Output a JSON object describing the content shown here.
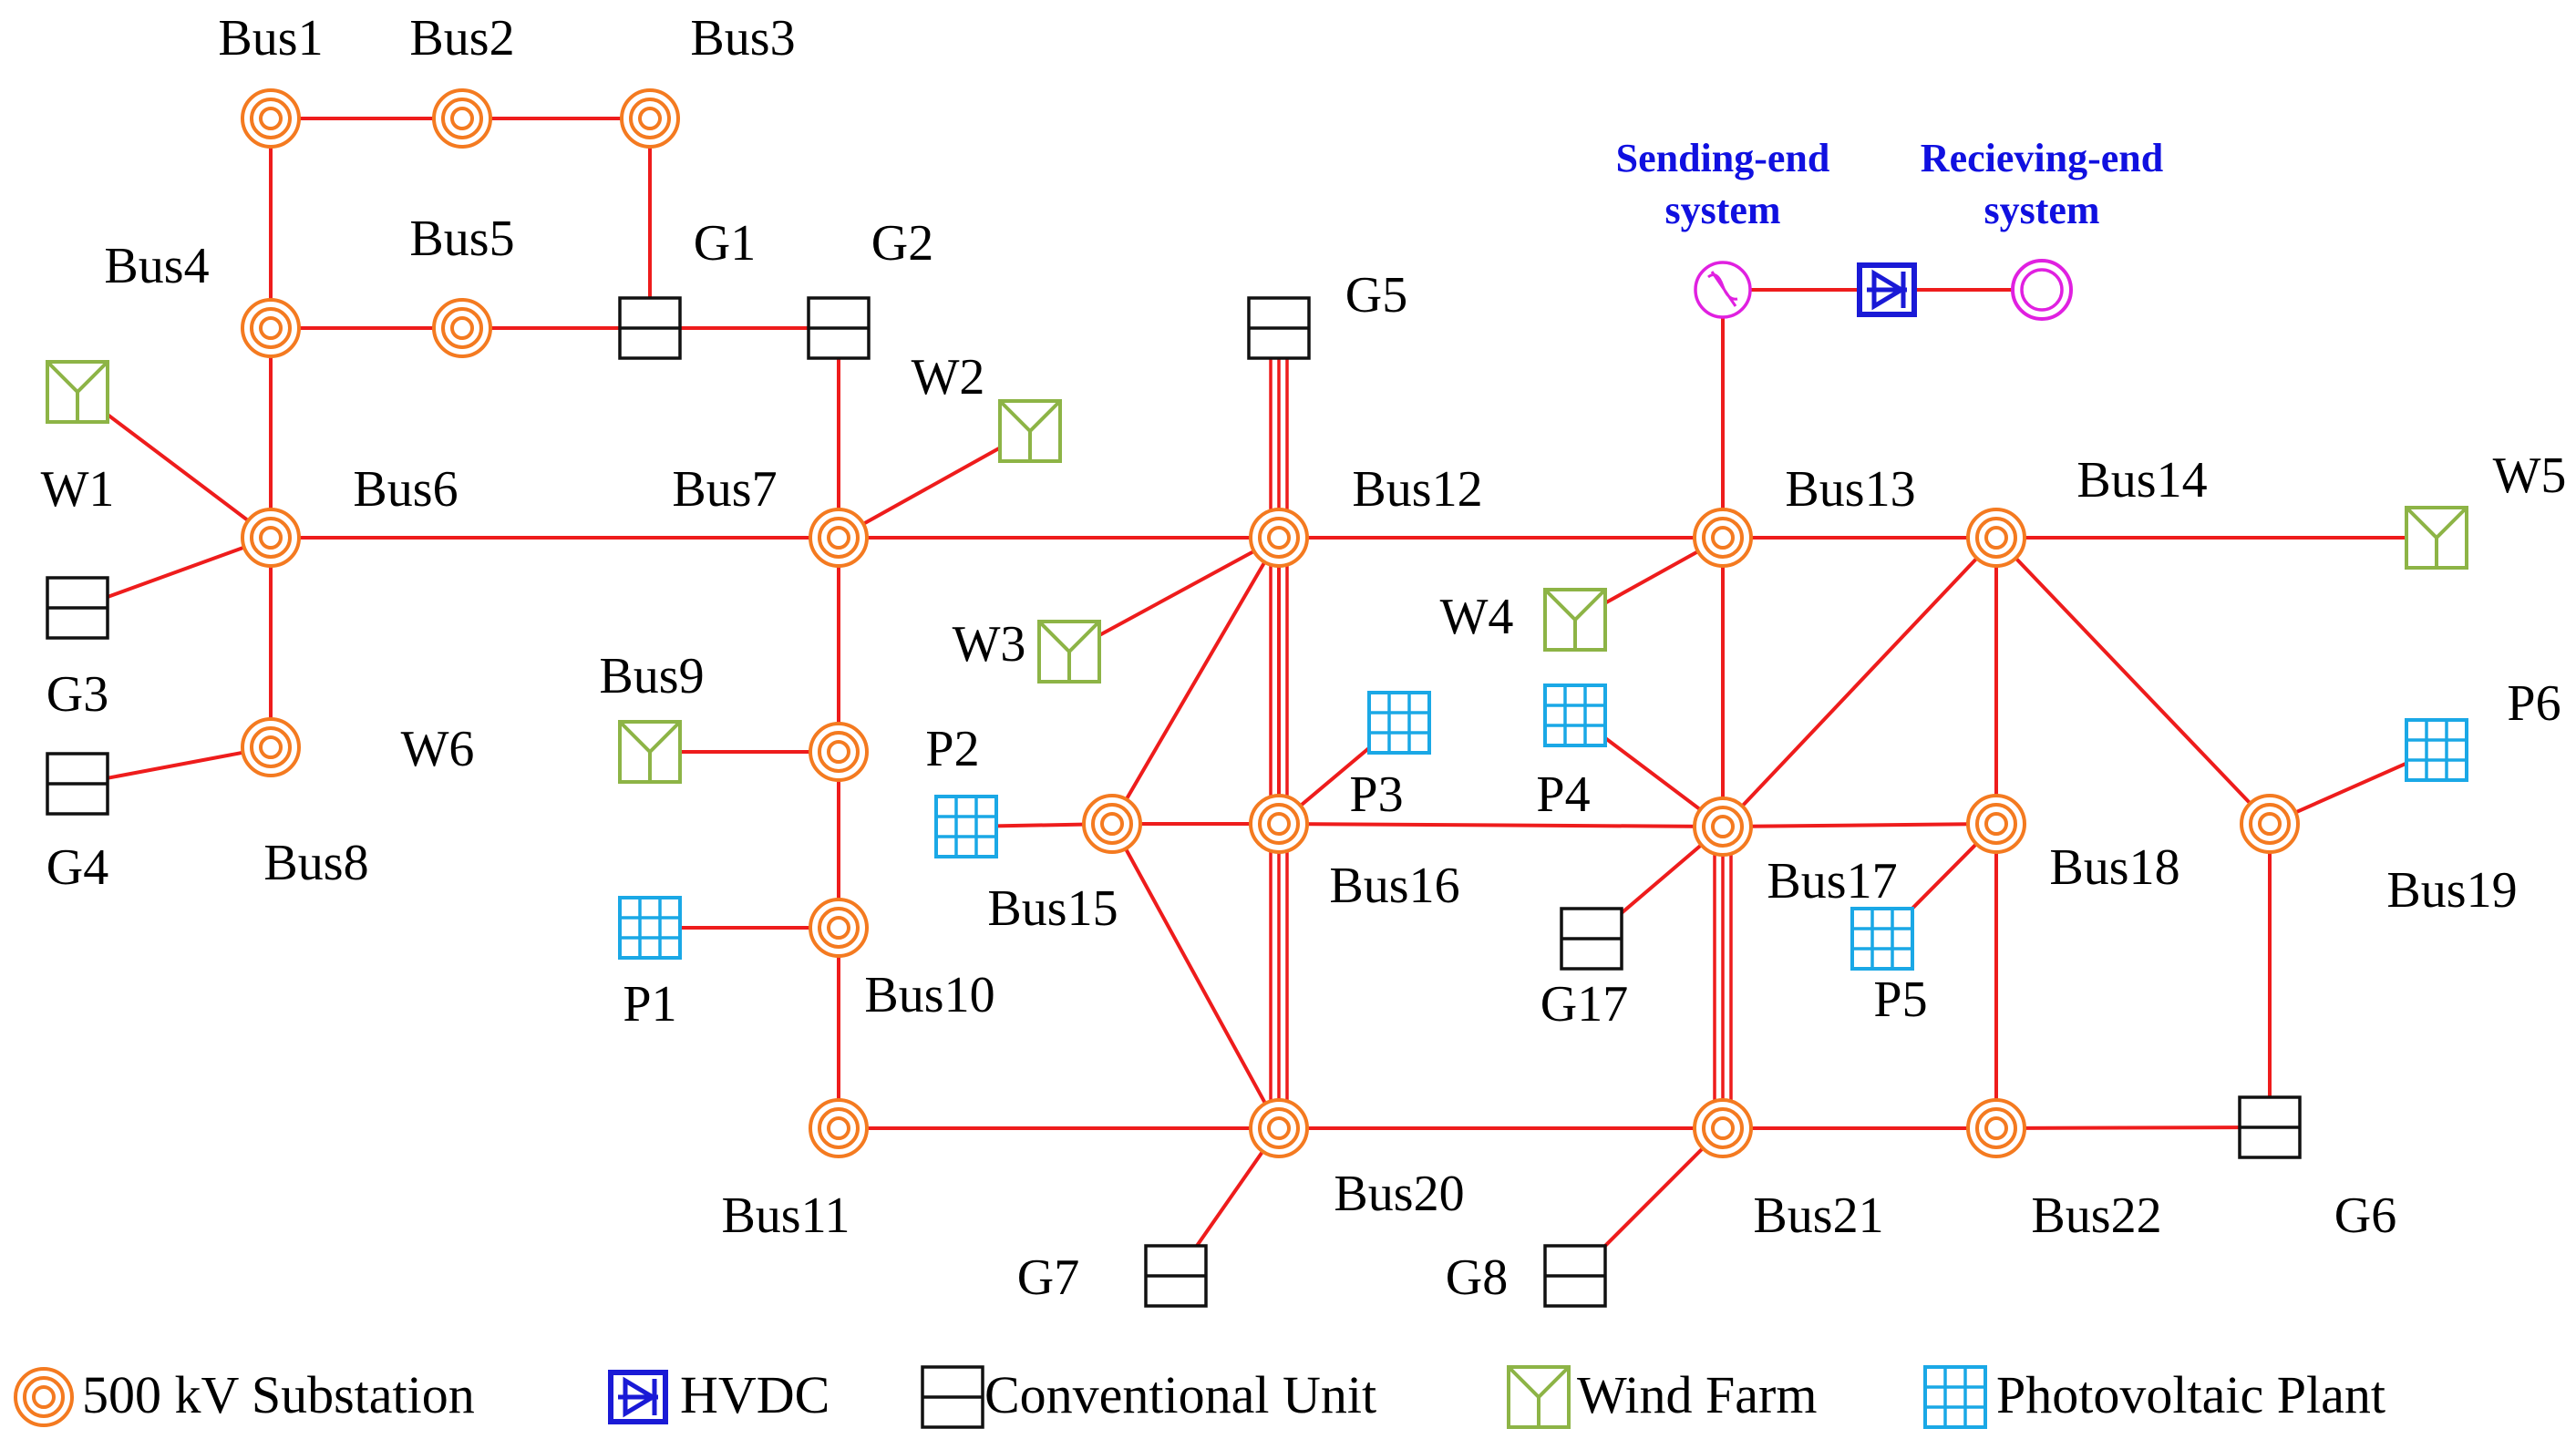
{
  "colors": {
    "line": "#ee1c1c",
    "substation": "#f47a20",
    "conventional": "#111111",
    "wind": "#8db446",
    "pv": "#1aa8e6",
    "hvdc": "#1a1ad6",
    "sending": "#e020e0",
    "labels_blue": "#1010e0"
  },
  "buses": [
    {
      "id": "bus1",
      "label": "Bus1"
    },
    {
      "id": "bus2",
      "label": "Bus2"
    },
    {
      "id": "bus3",
      "label": "Bus3"
    },
    {
      "id": "bus4",
      "label": "Bus4"
    },
    {
      "id": "bus5",
      "label": "Bus5"
    },
    {
      "id": "bus6",
      "label": "Bus6"
    },
    {
      "id": "bus7",
      "label": "Bus7"
    },
    {
      "id": "bus8",
      "label": "Bus8"
    },
    {
      "id": "bus9",
      "label": "Bus9"
    },
    {
      "id": "bus10",
      "label": "Bus10"
    },
    {
      "id": "bus11",
      "label": "Bus11"
    },
    {
      "id": "bus12",
      "label": "Bus12"
    },
    {
      "id": "bus13",
      "label": "Bus13"
    },
    {
      "id": "bus14",
      "label": "Bus14"
    },
    {
      "id": "bus15",
      "label": "Bus15"
    },
    {
      "id": "bus16",
      "label": "Bus16"
    },
    {
      "id": "bus17",
      "label": "Bus17"
    },
    {
      "id": "bus18",
      "label": "Bus18"
    },
    {
      "id": "bus19",
      "label": "Bus19"
    },
    {
      "id": "bus20",
      "label": "Bus20"
    },
    {
      "id": "bus21",
      "label": "Bus21"
    },
    {
      "id": "bus22",
      "label": "Bus22"
    }
  ],
  "conventional_units": [
    {
      "id": "g1",
      "label": "G1"
    },
    {
      "id": "g2",
      "label": "G2"
    },
    {
      "id": "g3",
      "label": "G3"
    },
    {
      "id": "g4",
      "label": "G4"
    },
    {
      "id": "g5",
      "label": "G5"
    },
    {
      "id": "g6",
      "label": "G6"
    },
    {
      "id": "g7",
      "label": "G7"
    },
    {
      "id": "g8",
      "label": "G8"
    },
    {
      "id": "g17",
      "label": "G17"
    }
  ],
  "wind_farms": [
    {
      "id": "w1",
      "label": "W1"
    },
    {
      "id": "w2",
      "label": "W2"
    },
    {
      "id": "w3",
      "label": "W3"
    },
    {
      "id": "w4",
      "label": "W4"
    },
    {
      "id": "w5",
      "label": "W5"
    },
    {
      "id": "w6",
      "label": "W6"
    }
  ],
  "pv_plants": [
    {
      "id": "p1",
      "label": "P1"
    },
    {
      "id": "p2",
      "label": "P2"
    },
    {
      "id": "p3",
      "label": "P3"
    },
    {
      "id": "p4",
      "label": "P4"
    },
    {
      "id": "p5",
      "label": "P5"
    },
    {
      "id": "p6",
      "label": "P6"
    }
  ],
  "hvdc": {
    "sending_line1": "Sending-end",
    "sending_line2": "system",
    "receiving_line1": "Recieving-end",
    "receiving_line2": "system"
  },
  "legend": {
    "substation": "500 kV Substation",
    "hvdc": "HVDC",
    "conventional": "Conventional Unit",
    "wind": "Wind Farm",
    "pv": "Photovoltaic Plant"
  },
  "single_lines": [
    [
      "bus1",
      "bus2"
    ],
    [
      "bus2",
      "bus3"
    ],
    [
      "bus1",
      "bus4"
    ],
    [
      "bus3",
      "g1"
    ],
    [
      "bus4",
      "bus5"
    ],
    [
      "bus5",
      "g1"
    ],
    [
      "g1",
      "g2"
    ],
    [
      "bus4",
      "bus6"
    ],
    [
      "w1",
      "bus6"
    ],
    [
      "g3",
      "bus6"
    ],
    [
      "bus6",
      "bus8"
    ],
    [
      "g4",
      "bus8"
    ],
    [
      "bus6",
      "bus7"
    ],
    [
      "g2",
      "bus7"
    ],
    [
      "w2",
      "bus7"
    ],
    [
      "bus7",
      "bus12"
    ],
    [
      "bus7",
      "bus9"
    ],
    [
      "w6",
      "bus9"
    ],
    [
      "bus9",
      "bus10"
    ],
    [
      "p1",
      "bus10"
    ],
    [
      "bus10",
      "bus11"
    ],
    [
      "bus11",
      "bus20"
    ],
    [
      "w3",
      "bus12"
    ],
    [
      "bus12",
      "bus15"
    ],
    [
      "bus12",
      "bus13"
    ],
    [
      "bus12",
      "bus16"
    ],
    [
      "p2",
      "bus15"
    ],
    [
      "bus15",
      "bus16"
    ],
    [
      "bus15",
      "bus20"
    ],
    [
      "p3",
      "bus16"
    ],
    [
      "bus16",
      "bus17"
    ],
    [
      "bus20",
      "bus21"
    ],
    [
      "g7",
      "bus20"
    ],
    [
      "sending",
      "bus13"
    ],
    [
      "bus13",
      "bus14"
    ],
    [
      "w4",
      "bus13"
    ],
    [
      "bus13",
      "bus17"
    ],
    [
      "p4",
      "bus17"
    ],
    [
      "bus14",
      "bus17"
    ],
    [
      "bus14",
      "w5"
    ],
    [
      "bus14",
      "bus18"
    ],
    [
      "bus14",
      "bus19"
    ],
    [
      "bus17",
      "bus18"
    ],
    [
      "g17",
      "bus17"
    ],
    [
      "p5",
      "bus18"
    ],
    [
      "bus18",
      "bus22"
    ],
    [
      "p6",
      "bus19"
    ],
    [
      "bus19",
      "g6"
    ],
    [
      "bus21",
      "bus22"
    ],
    [
      "bus22",
      "g6"
    ],
    [
      "g8",
      "bus21"
    ],
    [
      "sending",
      "hvdc"
    ],
    [
      "hvdc",
      "receiving"
    ]
  ],
  "triple_lines": [
    [
      "g5",
      "bus12"
    ],
    [
      "bus12",
      "bus16"
    ],
    [
      "bus16",
      "bus20"
    ],
    [
      "bus17",
      "bus21"
    ]
  ]
}
